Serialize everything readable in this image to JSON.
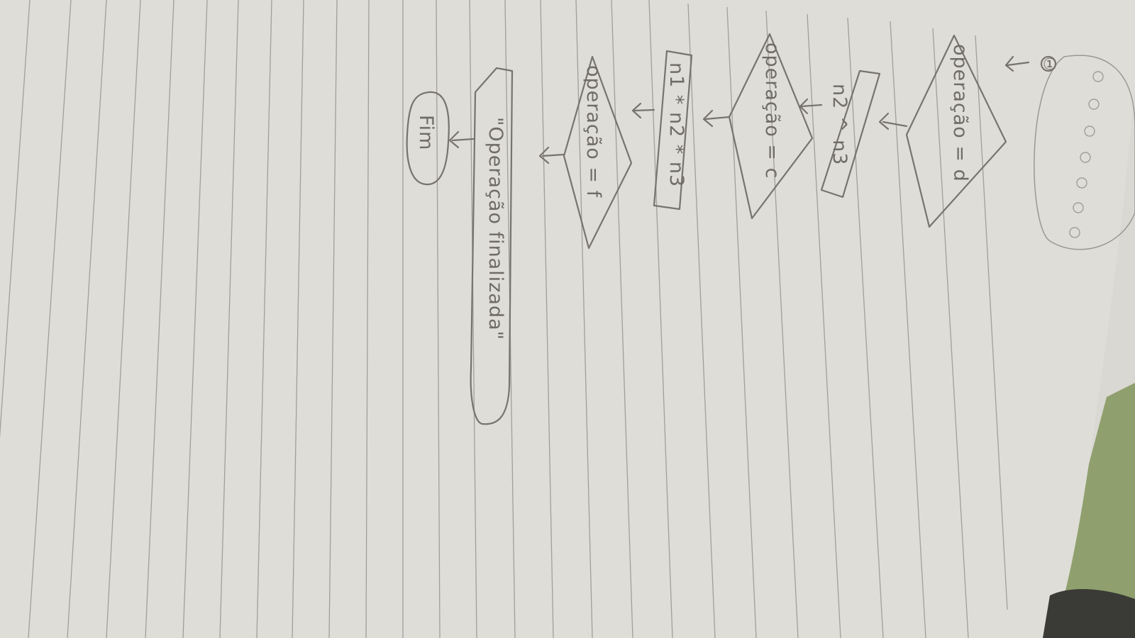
{
  "flowchart": {
    "page_marker": "①",
    "decision_d": "operação = d",
    "output_power": "n2 ^ n3",
    "decision_c": "operação = c",
    "output_product": "n1 * n2 * n3",
    "decision_f": "operação = f",
    "output_message": "\"Operação finalizada\"",
    "end": "Fim"
  },
  "colors": {
    "pencil": "#77746f",
    "paper": "#e0ded9",
    "rules": "#8c8a86",
    "background_green": "#8fa06e"
  }
}
